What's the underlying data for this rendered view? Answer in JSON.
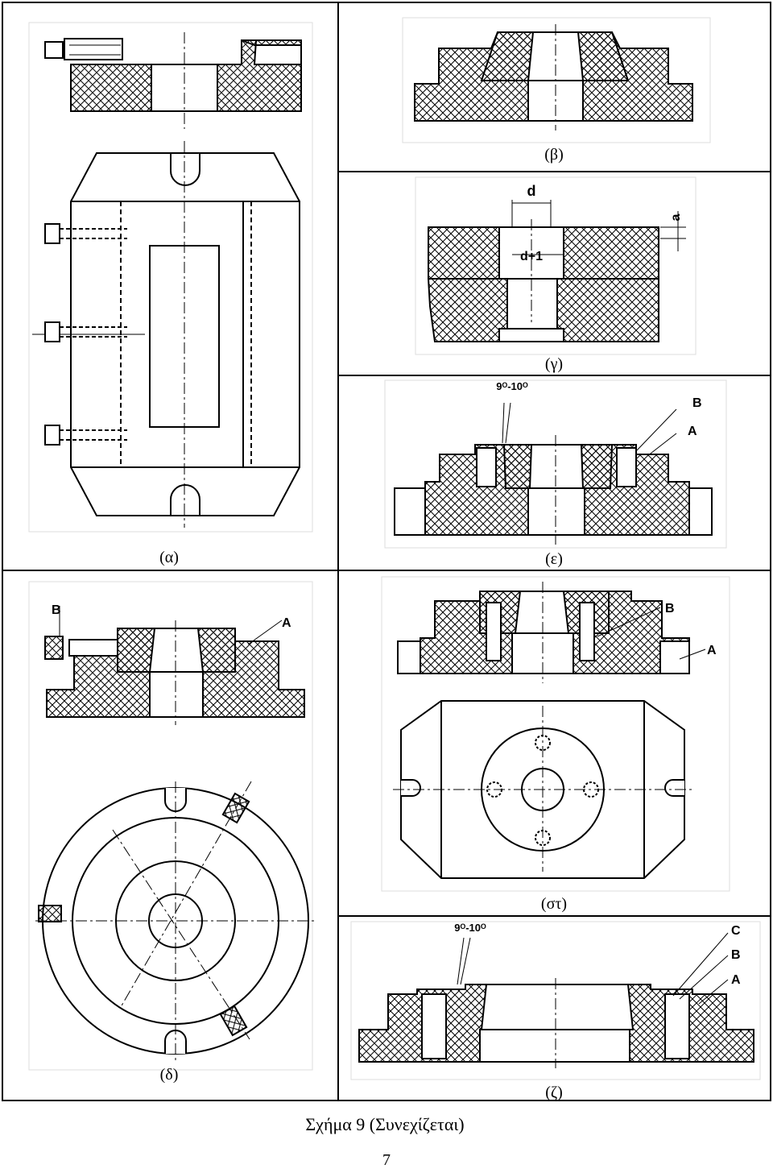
{
  "panels": {
    "alpha": {
      "caption": "(α)"
    },
    "beta": {
      "caption": "(β)"
    },
    "gamma": {
      "caption": "(γ)",
      "dim_d": "d",
      "dim_d1": "d+1",
      "dim_a": "a"
    },
    "epsilon": {
      "caption": "(ε)",
      "angle": "9ᴼ-10ᴼ",
      "label_b": "B",
      "label_a": "A"
    },
    "delta": {
      "caption": "(δ)",
      "label_b": "B",
      "label_a": "A"
    },
    "st": {
      "caption": "(στ)",
      "label_b": "B",
      "label_a": "A"
    },
    "zeta": {
      "caption": "(ζ)",
      "angle": "9ᴼ-10ᴼ",
      "label_c": "C",
      "label_b": "B",
      "label_a": "A"
    }
  },
  "figure_caption": "Σχήμα 9 (Συνεχίζεται)",
  "page_number": "7"
}
